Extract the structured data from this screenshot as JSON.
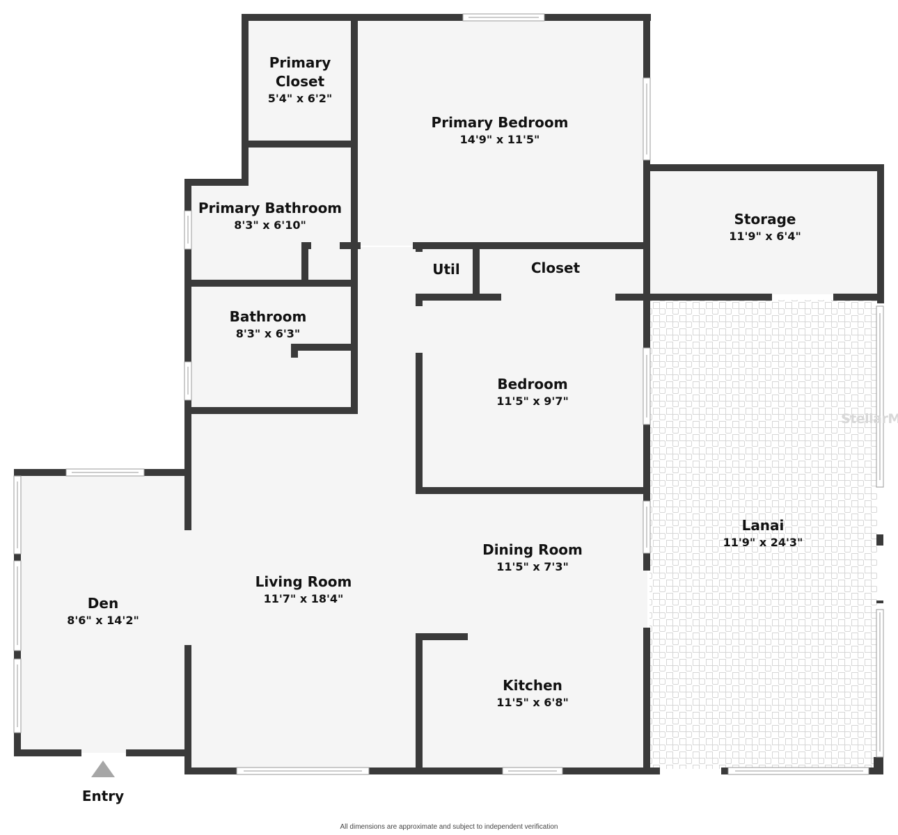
{
  "plan": {
    "type": "floor-plan",
    "colors": {
      "wall": "#3a3a3a",
      "floor": "#f5f5f5",
      "lanai_tile": "#d6d6d6",
      "entry_marker": "#a6a6a6"
    }
  },
  "rooms": {
    "primary_closet": {
      "name_line1": "Primary",
      "name_line2": "Closet",
      "dims": "5'4\" x 6'2\""
    },
    "primary_bedroom": {
      "name": "Primary Bedroom",
      "dims": "14'9\" x 11'5\""
    },
    "primary_bathroom": {
      "name": "Primary Bathroom",
      "dims": "8'3\" x 6'10\""
    },
    "storage": {
      "name": "Storage",
      "dims": "11'9\" x 6'4\""
    },
    "util": {
      "name": "Util"
    },
    "closet": {
      "name": "Closet"
    },
    "bathroom": {
      "name": "Bathroom",
      "dims": "8'3\" x 6'3\""
    },
    "bedroom": {
      "name": "Bedroom",
      "dims": "11'5\" x 9'7\""
    },
    "lanai": {
      "name": "Lanai",
      "dims": "11'9\" x 24'3\""
    },
    "dining_room": {
      "name": "Dining Room",
      "dims": "11'5\" x 7'3\""
    },
    "living_room": {
      "name": "Living Room",
      "dims": "11'7\" x 18'4\""
    },
    "den": {
      "name": "Den",
      "dims": "8'6\" x 14'2\""
    },
    "kitchen": {
      "name": "Kitchen",
      "dims": "11'5\" x 6'8\""
    }
  },
  "entry": {
    "label": "Entry",
    "icon": "triangle-up-icon"
  },
  "footer": {
    "note": "All dimensions are approximate and subject to independent verification"
  },
  "watermark": {
    "text": "StellarMLS"
  }
}
